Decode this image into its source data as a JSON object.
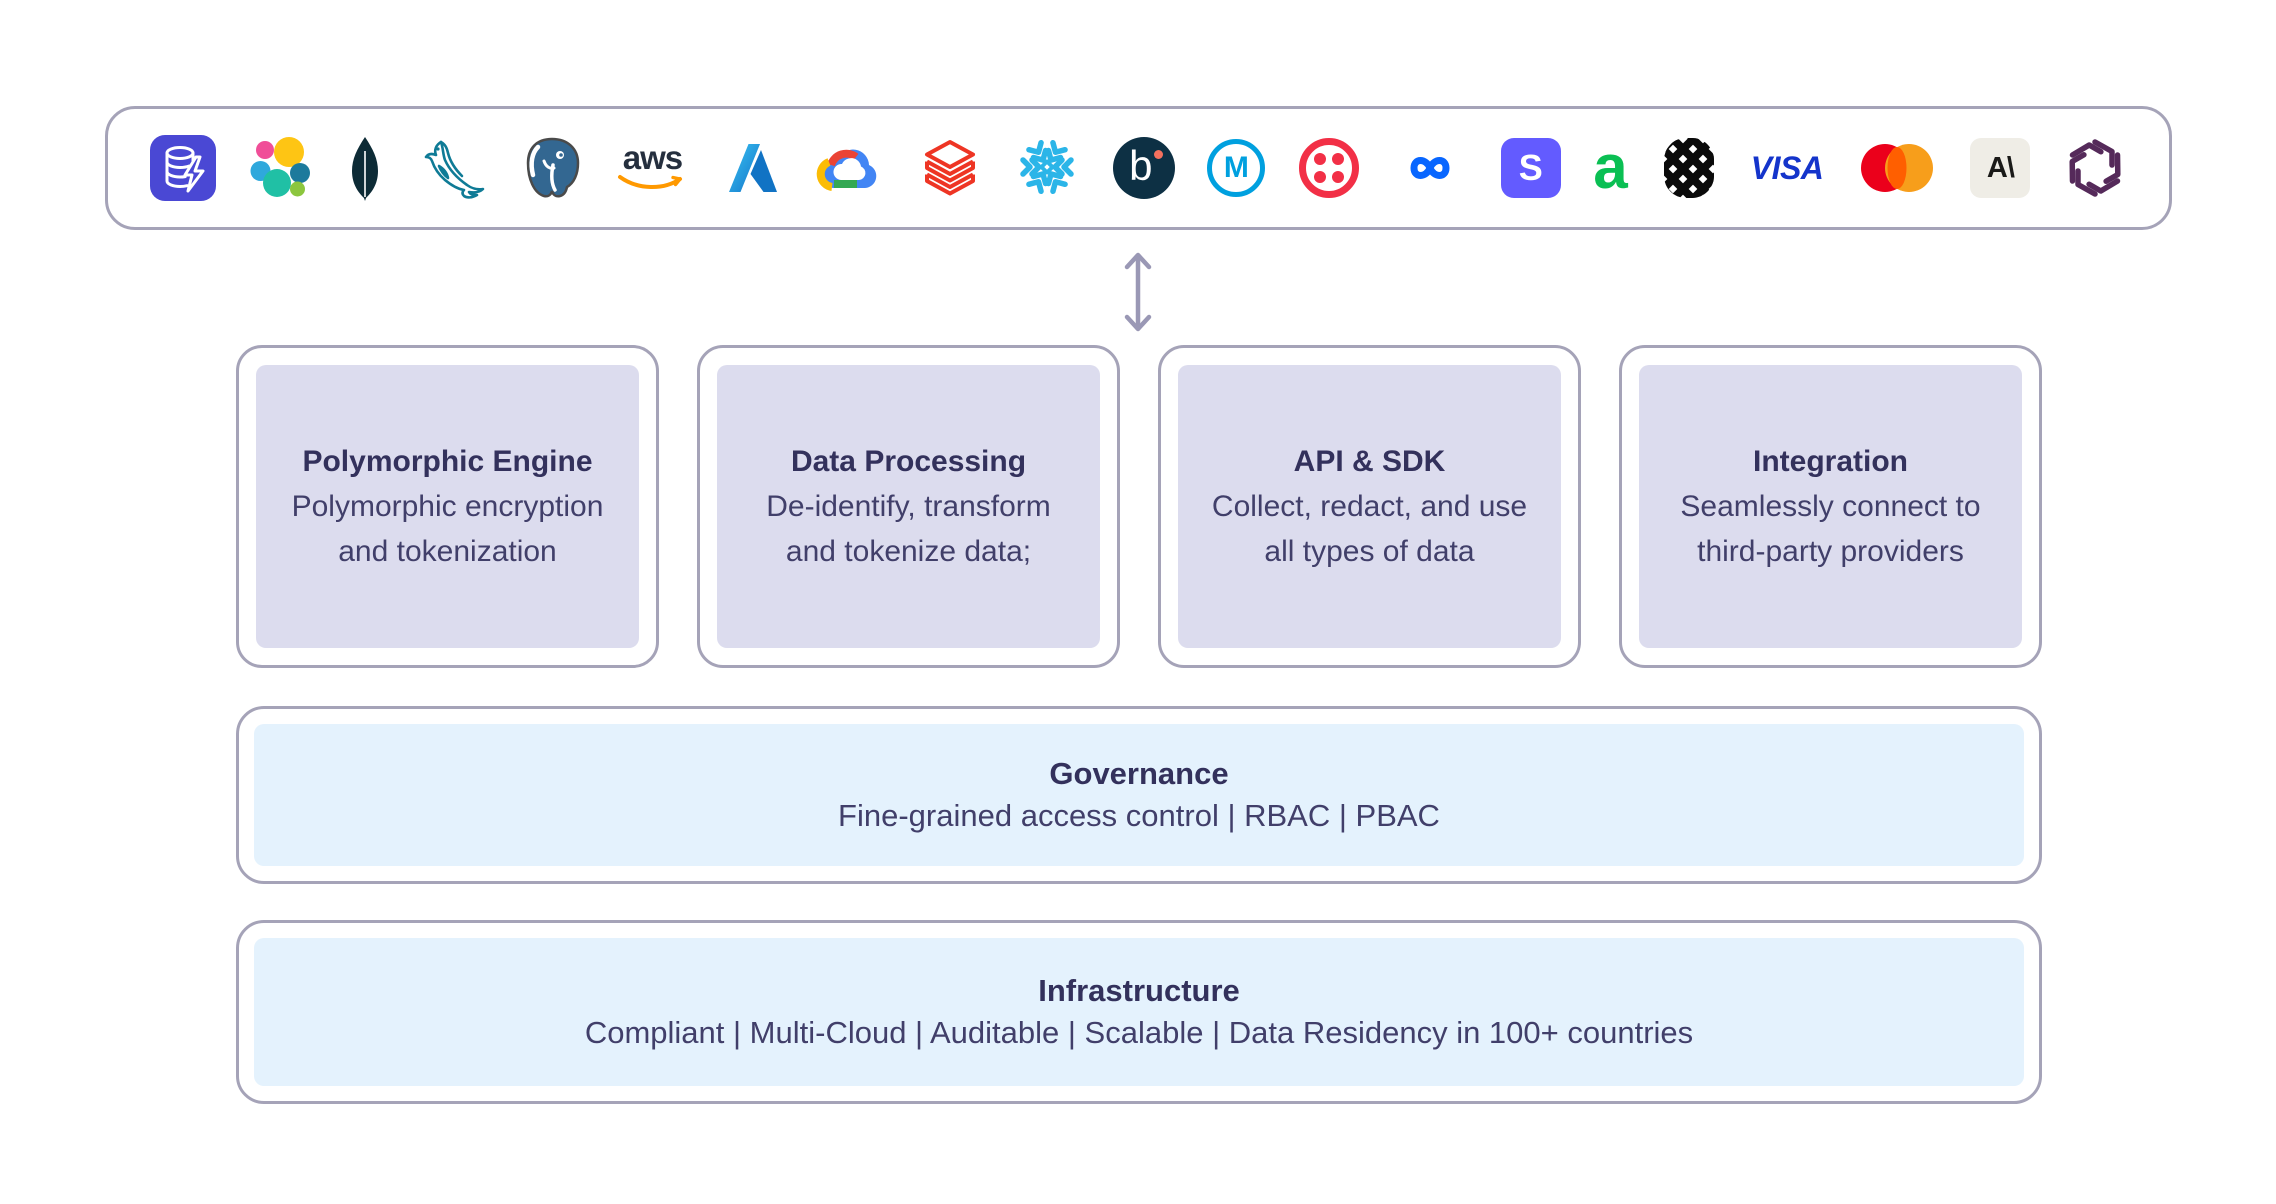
{
  "diagram": {
    "logo_bar": {
      "logos": [
        {
          "name": "database-icon"
        },
        {
          "name": "elastic-logo"
        },
        {
          "name": "mongodb-logo"
        },
        {
          "name": "mysql-logo"
        },
        {
          "name": "postgresql-logo"
        },
        {
          "name": "aws-logo",
          "text": "aws"
        },
        {
          "name": "azure-logo"
        },
        {
          "name": "google-cloud-logo"
        },
        {
          "name": "databricks-logo"
        },
        {
          "name": "snowflake-logo"
        },
        {
          "name": "boomi-logo",
          "text": "b"
        },
        {
          "name": "mulesoft-logo",
          "text": "M"
        },
        {
          "name": "twilio-logo"
        },
        {
          "name": "meta-logo"
        },
        {
          "name": "stripe-logo",
          "text": "S"
        },
        {
          "name": "adyen-logo",
          "text": "a"
        },
        {
          "name": "marqeta-logo"
        },
        {
          "name": "visa-logo",
          "text": "VISA"
        },
        {
          "name": "mastercard-logo"
        },
        {
          "name": "anthropic-logo",
          "text": "A\\"
        },
        {
          "name": "openai-logo"
        }
      ]
    },
    "cards": [
      {
        "title": "Polymorphic Engine",
        "description": "Polymorphic encryption and tokenization"
      },
      {
        "title": "Data Processing",
        "description": "De-identify, transform and tokenize data;"
      },
      {
        "title": "API & SDK",
        "description": "Collect, redact, and use all types of data"
      },
      {
        "title": "Integration",
        "description": "Seamlessly connect to third-party providers"
      }
    ],
    "bands": [
      {
        "title": "Governance",
        "description": "Fine-grained access control | RBAC | PBAC"
      },
      {
        "title": "Infrastructure",
        "description": "Compliant | Multi-Cloud | Auditable | Scalable  | Data Residency in 100+ countries"
      }
    ],
    "colors": {
      "border": "#a5a3b8",
      "card_fill": "#dcdcee",
      "band_fill": "#e4f2fd",
      "title_text": "#33315c",
      "body_text": "#413f6a",
      "arrow": "#9a98b5"
    }
  }
}
